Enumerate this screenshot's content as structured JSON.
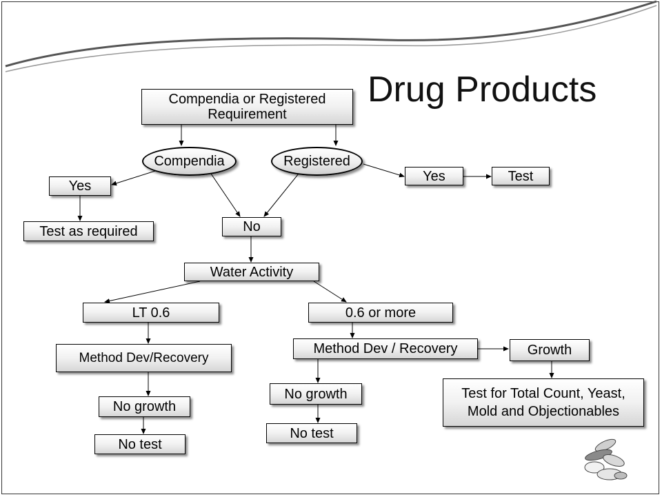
{
  "slide": {
    "title": "Drug Products"
  },
  "nodes": {
    "root": "Compendia or Registered Requirement",
    "compendia": "Compendia",
    "registered": "Registered",
    "yes_left": "Yes",
    "test_as_required": "Test as required",
    "yes_right": "Yes",
    "test": "Test",
    "no": "No",
    "water_activity": "Water Activity",
    "lt06": "LT 0.6",
    "ge06": "0.6 or more",
    "method_left": "Method Dev/Recovery",
    "method_right": "Method Dev / Recovery",
    "growth": "Growth",
    "no_growth_left": "No growth",
    "no_growth_right": "No growth",
    "no_test_left": "No test",
    "no_test_right": "No test",
    "test_total": "Test for Total Count, Yeast, Mold and Objectionables"
  },
  "decoration": {
    "pills_icon": "pills-icon"
  }
}
